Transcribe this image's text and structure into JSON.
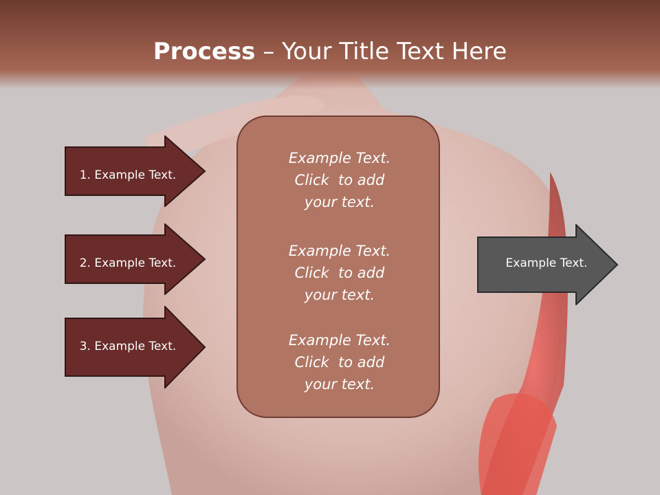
{
  "title": {
    "bold": "Process",
    "rest": " – Your Title Text Here"
  },
  "left_arrows": [
    {
      "label": "1. Example Text."
    },
    {
      "label": "2. Example Text."
    },
    {
      "label": "3. Example Text."
    }
  ],
  "center_box": {
    "blocks": [
      {
        "lines": [
          "Example Text.",
          "Click  to add",
          "your text."
        ]
      },
      {
        "lines": [
          "Example Text.",
          "Click  to add",
          "your text."
        ]
      },
      {
        "lines": [
          "Example Text.",
          "Click  to add",
          "your text."
        ]
      }
    ]
  },
  "right_arrow": {
    "label": "Example Text."
  },
  "colors": {
    "title_bar": "#8e5444",
    "left_arrow_fill": "#6a2c2b",
    "center_box_fill": "#b07563",
    "right_arrow_fill": "#585858"
  }
}
